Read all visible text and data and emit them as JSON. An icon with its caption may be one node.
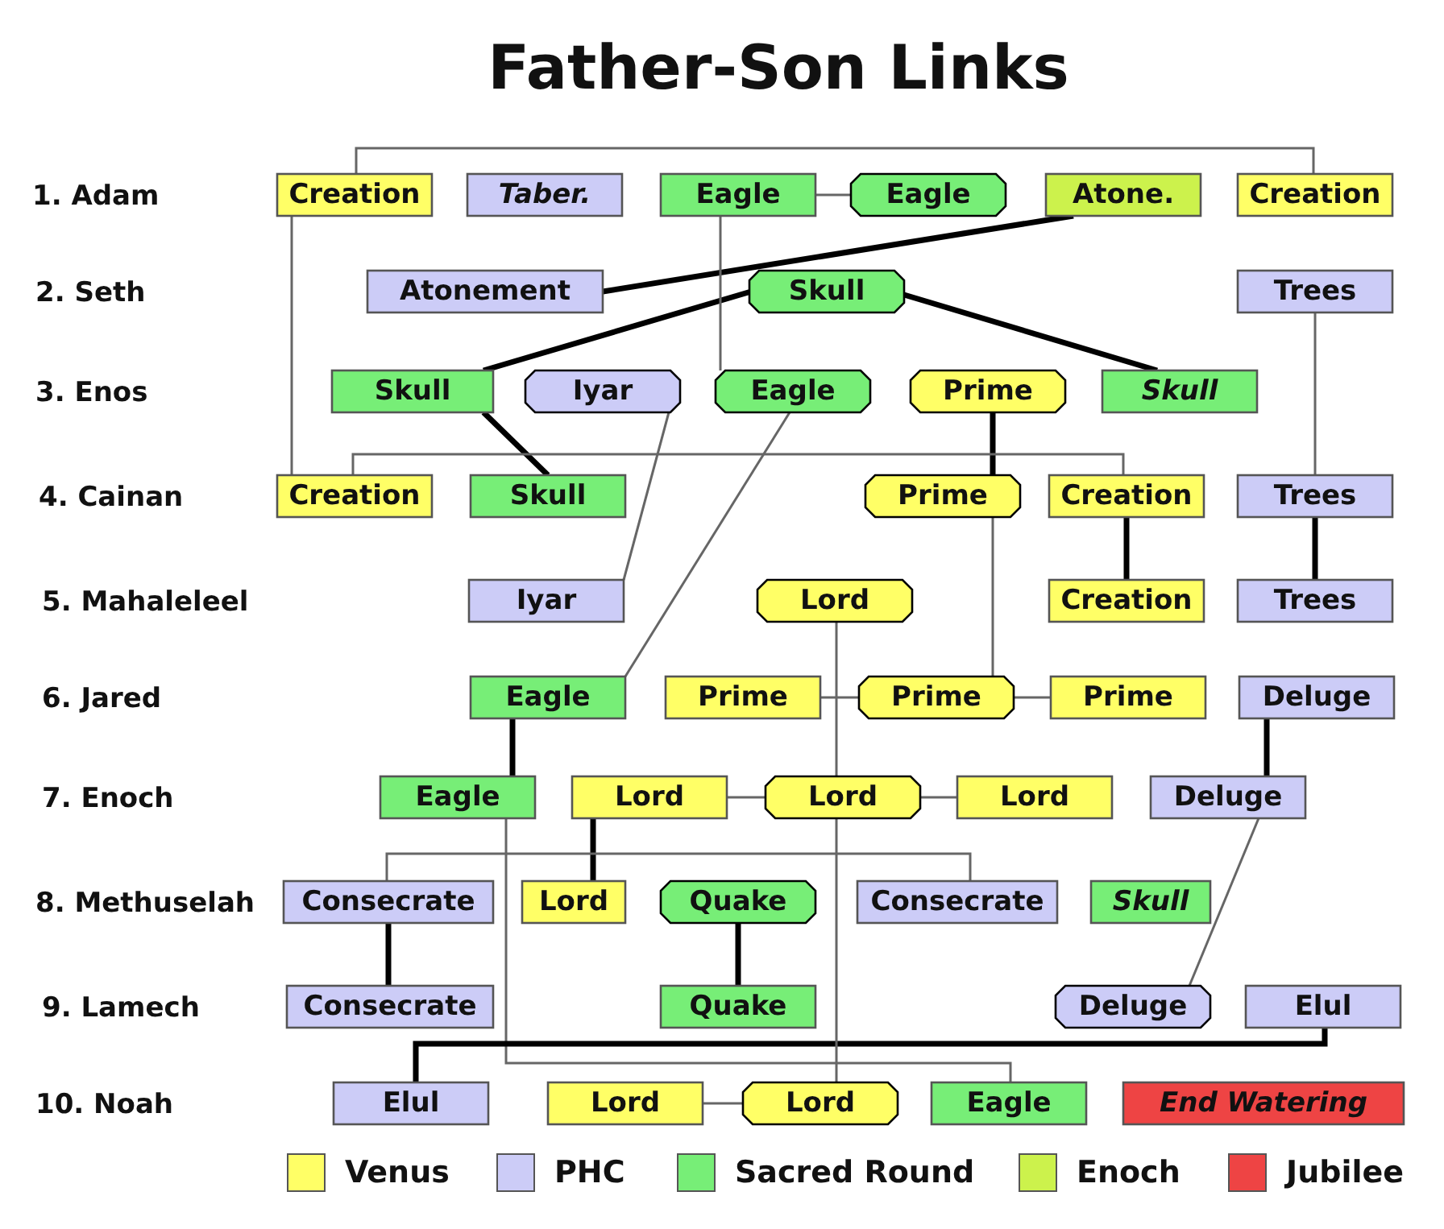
{
  "diagram": {
    "title": "Father-Son Links",
    "nodes": [
      {
        "text": [
          "Creation"
        ]
      },
      {
        "text": [
          "Taber."
        ]
      },
      {
        "text": [
          "Eagle"
        ]
      },
      {
        "text": [
          "Eagle"
        ]
      },
      {
        "text": [
          "Atone."
        ]
      },
      {
        "text": [
          "Creation"
        ]
      },
      {
        "text": [
          "Atonement"
        ]
      },
      {
        "text": [
          "Skull"
        ]
      },
      {
        "text": [
          "Trees"
        ]
      },
      {
        "text": [
          "Skull"
        ]
      },
      {
        "text": [
          "Iyar"
        ]
      },
      {
        "text": [
          "Eagle"
        ]
      },
      {
        "text": [
          "Prime"
        ]
      },
      {
        "text": [
          "Skull"
        ]
      },
      {
        "text": [
          "Creation"
        ]
      },
      {
        "text": [
          "Skull"
        ]
      },
      {
        "text": [
          "Prime"
        ]
      },
      {
        "text": [
          "Creation"
        ]
      },
      {
        "text": [
          "Trees"
        ]
      },
      {
        "text": [
          "Iyar"
        ]
      },
      {
        "text": [
          "Lord"
        ]
      },
      {
        "text": [
          "Creation"
        ]
      },
      {
        "text": [
          "Trees"
        ]
      },
      {
        "text": [
          "Eagle"
        ]
      },
      {
        "text": [
          "Prime"
        ]
      },
      {
        "text": [
          "Prime"
        ]
      },
      {
        "text": [
          "Prime"
        ]
      },
      {
        "text": [
          "Deluge"
        ]
      },
      {
        "text": [
          "Eagle"
        ]
      },
      {
        "text": [
          "Lord"
        ]
      },
      {
        "text": [
          "Lord"
        ]
      },
      {
        "text": [
          "Lord"
        ]
      },
      {
        "text": [
          "Deluge"
        ]
      },
      {
        "text": [
          "Consecrate"
        ]
      },
      {
        "text": [
          "Lord"
        ]
      },
      {
        "text": [
          "Quake"
        ]
      },
      {
        "text": [
          "Consecrate"
        ]
      },
      {
        "text": [
          "Skull"
        ]
      },
      {
        "text": [
          "Consecrate"
        ]
      },
      {
        "text": [
          "Quake"
        ]
      },
      {
        "text": [
          "Deluge"
        ]
      },
      {
        "text": [
          "Elul"
        ]
      },
      {
        "text": [
          "Elul"
        ]
      },
      {
        "text": [
          "Lord"
        ]
      },
      {
        "text": [
          "Lord"
        ]
      },
      {
        "text": [
          "Eagle"
        ]
      },
      {
        "text": [
          "End Watering"
        ]
      }
    ],
    "edges": [
      {
        "from": 0,
        "to": 5,
        "arrow": "none"
      },
      {
        "from": 2,
        "to": 3,
        "arrow": "none"
      },
      {
        "from": 4,
        "to": 6,
        "arrow": "none",
        "style": "thick",
        "color": "#000000"
      },
      {
        "from": 7,
        "to": 9,
        "arrow": "none",
        "style": "thick",
        "color": "#000000"
      },
      {
        "from": 7,
        "to": 13,
        "arrow": "none",
        "style": "thick",
        "color": "#000000"
      },
      {
        "from": 2,
        "to": 11,
        "arrow": "none"
      },
      {
        "from": 0,
        "to": 14,
        "arrow": "none"
      },
      {
        "from": 8,
        "to": 18,
        "arrow": "none"
      },
      {
        "from": 9,
        "to": 15,
        "arrow": "none",
        "style": "thick",
        "color": "#000000"
      },
      {
        "from": 10,
        "to": 19,
        "arrow": "none"
      },
      {
        "from": 11,
        "to": 23,
        "arrow": "none"
      },
      {
        "from": 12,
        "to": 16,
        "arrow": "none",
        "style": "thick",
        "color": "#000000"
      },
      {
        "from": 14,
        "to": 17,
        "arrow": "none"
      },
      {
        "from": 17,
        "to": 21,
        "arrow": "none",
        "style": "thick",
        "color": "#000000"
      },
      {
        "from": 18,
        "to": 22,
        "arrow": "none",
        "style": "thick",
        "color": "#000000"
      },
      {
        "from": 16,
        "to": 25,
        "arrow": "none"
      },
      {
        "from": 24,
        "to": 25,
        "arrow": "none"
      },
      {
        "from": 25,
        "to": 26,
        "arrow": "none"
      },
      {
        "from": 20,
        "to": 30,
        "arrow": "none"
      },
      {
        "from": 23,
        "to": 28,
        "arrow": "none",
        "style": "thick",
        "color": "#000000"
      },
      {
        "from": 27,
        "to": 32,
        "arrow": "none",
        "style": "thick",
        "color": "#000000"
      },
      {
        "from": 29,
        "to": 30,
        "arrow": "none"
      },
      {
        "from": 30,
        "to": 31,
        "arrow": "none"
      },
      {
        "from": 29,
        "to": 34,
        "arrow": "none",
        "style": "thick",
        "color": "#000000"
      },
      {
        "from": 33,
        "to": 36,
        "arrow": "none"
      },
      {
        "from": 33,
        "to": 38,
        "arrow": "none",
        "style": "thick",
        "color": "#000000"
      },
      {
        "from": 35,
        "to": 39,
        "arrow": "none",
        "style": "thick",
        "color": "#000000"
      },
      {
        "from": 32,
        "to": 40,
        "arrow": "none"
      },
      {
        "from": 28,
        "to": 45,
        "arrow": "none"
      },
      {
        "from": 41,
        "to": 42,
        "arrow": "none",
        "style": "thick",
        "color": "#000000"
      },
      {
        "from": 30,
        "to": 44,
        "arrow": "none"
      },
      {
        "from": 43,
        "to": 44,
        "arrow": "none"
      }
    ],
    "labels": [
      "1. Adam",
      "2. Seth",
      "3. Enos",
      "4. Cainan",
      "5. Mahaleleel",
      "6. Jared",
      "7. Enoch",
      "8. Methuselah",
      "9. Lamech",
      "10. Noah"
    ],
    "legend": [
      {
        "text": "Venus",
        "color": "#ffff66"
      },
      {
        "text": "PHC",
        "color": "#ccccf7"
      },
      {
        "text": "Sacred Round",
        "color": "#77ee77"
      },
      {
        "text": "Enoch",
        "color": "#ccf24c"
      },
      {
        "text": "Jubilee",
        "color": "#ee4444"
      }
    ]
  }
}
